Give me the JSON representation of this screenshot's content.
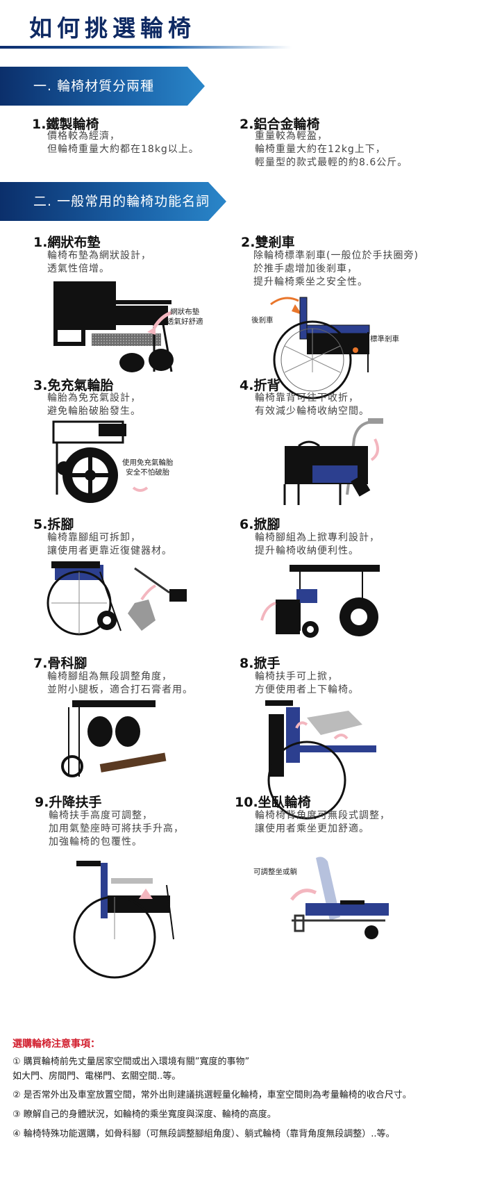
{
  "title": "如何挑選輪椅",
  "sections": [
    {
      "label": "一. 輪椅材質分兩種"
    },
    {
      "label": "二. 一般常用的輪椅功能名詞"
    }
  ],
  "materials": [
    {
      "heading": "1.鐵製輪椅",
      "desc": "價格較為經濟，\n但輪椅重量大約都在18kg以上。"
    },
    {
      "heading": "2.鋁合金輪椅",
      "desc": "重量較為輕盈，\n輪椅重量大約在12kg上下，\n輕量型的款式最輕的約8.6公斤。"
    }
  ],
  "features": [
    {
      "heading": "1.網狀布墊",
      "desc": "輪椅布墊為網狀設計，\n透氣性倍增。",
      "callout": "網狀布墊\n透氣好舒適"
    },
    {
      "heading": "2.雙剎車",
      "desc": "除輪椅標準剎車(一般位於手扶圈旁)\n於推手處增加後剎車，\n提升輪椅乘坐之安全性。",
      "callout": "後剎車",
      "callout2": "標準剎車"
    },
    {
      "heading": "3.免充氣輪胎",
      "desc": "輪胎為免充氣設計，\n避免輪胎破胎發生。",
      "callout": "使用免充氣輪胎\n安全不怕破胎"
    },
    {
      "heading": "4.折背",
      "desc": "輪椅靠背可往下收折，\n有效減少輪椅收納空間。"
    },
    {
      "heading": "5.拆腳",
      "desc": "輪椅靠腳組可拆卸，\n讓使用者更靠近復健器材。"
    },
    {
      "heading": "6.掀腳",
      "desc": "輪椅腳組為上掀專利設計，\n提升輪椅收納便利性。"
    },
    {
      "heading": "7.骨科腳",
      "desc": "輪椅腳組為無段調整角度，\n並附小腿板，適合打石膏者用。"
    },
    {
      "heading": "8.掀手",
      "desc": "輪椅扶手可上掀，\n方便使用者上下輪椅。"
    },
    {
      "heading": "9.升降扶手",
      "desc": "輪椅扶手高度可調整，\n加用氣墊座時可將扶手升高，\n加強輪椅的包覆性。"
    },
    {
      "heading": "10.坐臥輪椅",
      "desc": "輪椅椅背角度可無段式調整，\n讓使用者乘坐更加舒適。",
      "callout": "可調整坐或躺"
    }
  ],
  "notes": {
    "title": "選購輪椅注意事項：",
    "items": [
      "① 購買輪椅前先丈量居家空間或出入環境有關”寬度的事物”\n    如大門、房間門、電梯門、玄關空間..等。",
      "② 是否常外出及車室放置空間，常外出則建議挑選輕量化輪椅，車室空間則為考量輪椅的收合尺寸。",
      "③ 瞭解自己的身體狀況，如輪椅的乘坐寬度與深度、輪椅的高度。",
      "④ 輪椅特殊功能選購，如骨科腳（可無段調整腳組角度）、躺式輪椅（靠背角度無段調整）..等。"
    ]
  },
  "colors": {
    "title": "#0f2a63",
    "banner_start": "#0b2f6b",
    "banner_end": "#2a86c9",
    "seat_blue": "#2c3f8f",
    "notes_title": "#d2202f"
  }
}
